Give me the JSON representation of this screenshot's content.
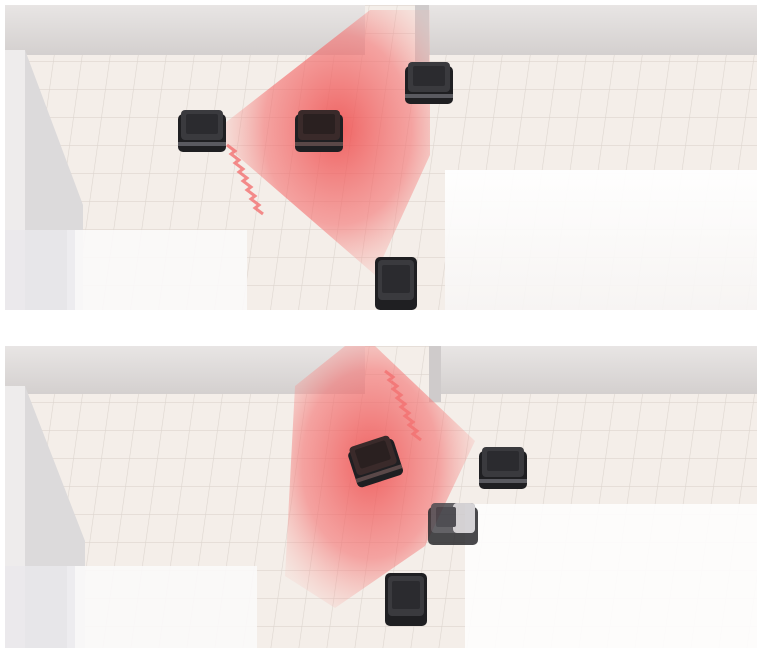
{
  "scene": {
    "description_panels": [
      "top",
      "bottom"
    ],
    "colors": {
      "floor": "#f1ebe6",
      "grid": "#d9d2cc",
      "wall": "#e4e0de",
      "wall_shadow": "#cfcaca",
      "danger_zone": "#f25b5b",
      "robot_body": "#2b2b2e",
      "robot_top": "#3b3b3f"
    },
    "icons": [
      "warehouse-robot",
      "danger-zone"
    ]
  }
}
